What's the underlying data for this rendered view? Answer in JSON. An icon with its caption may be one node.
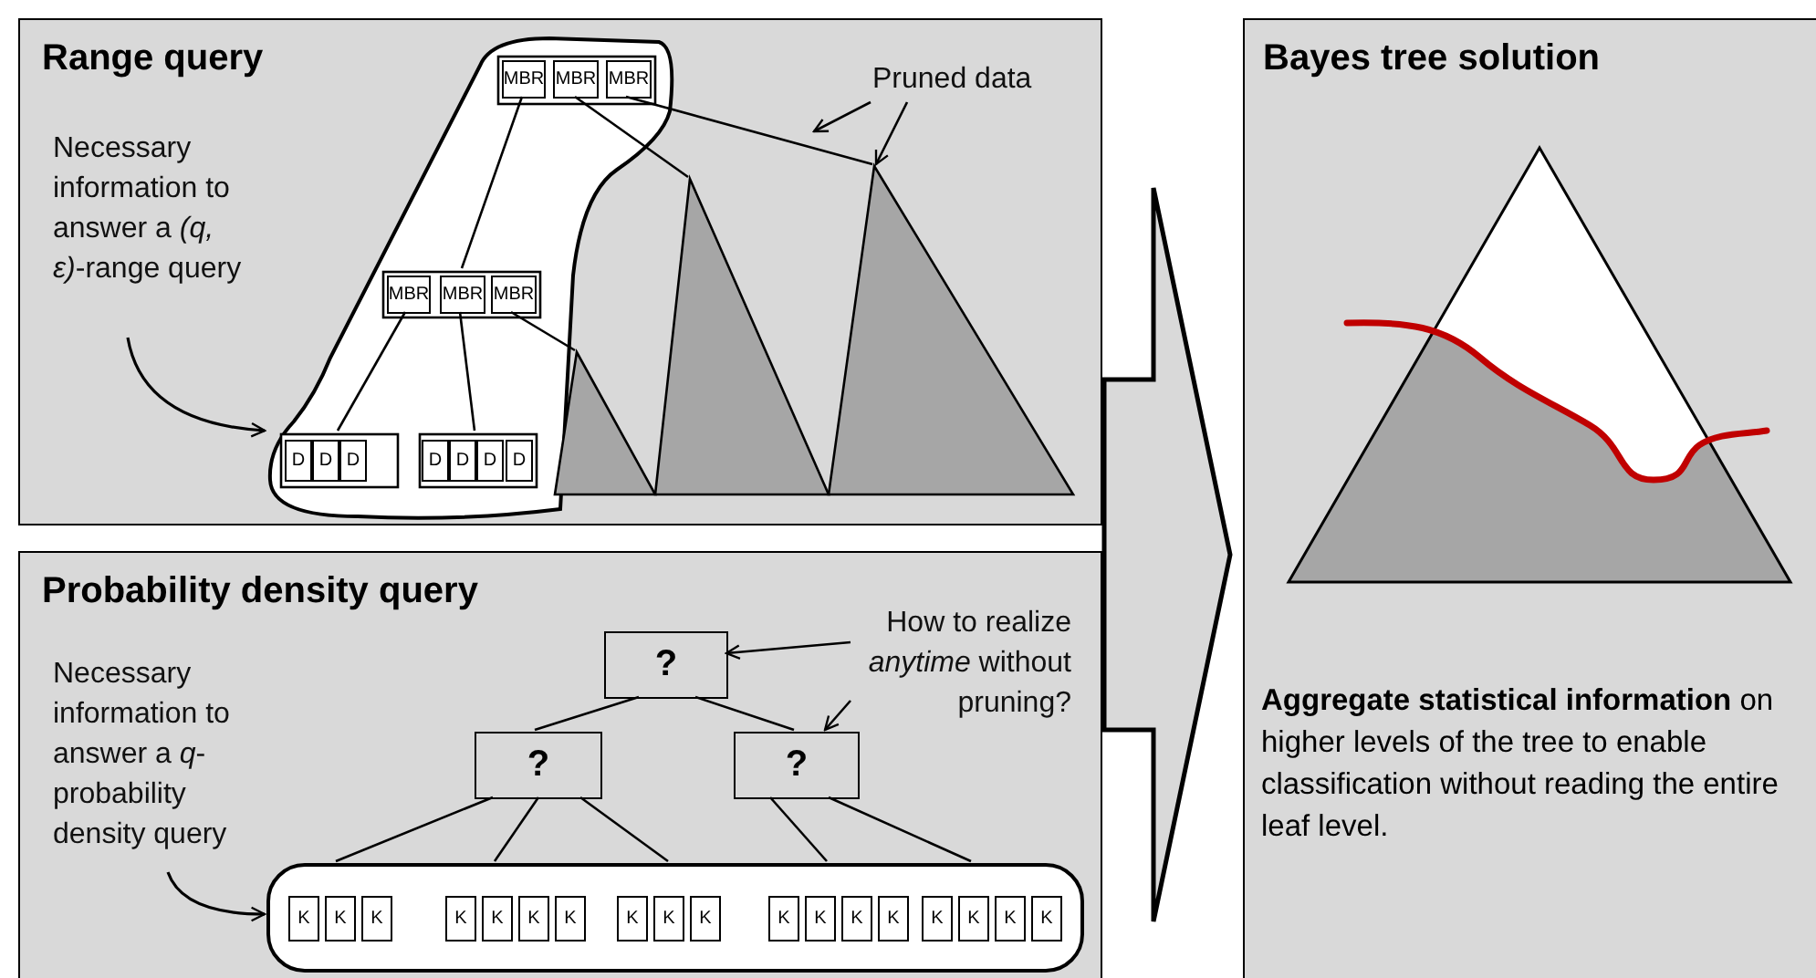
{
  "diagram": {
    "nodes": [
      {
        "text": [
          "Range query"
        ]
      },
      {
        "text": [
          "Necessary information to answer a *(q, ε)*-range query"
        ],
        "in": 0
      },
      {
        "text": [],
        "shape": "blob",
        "in": 0
      },
      {
        "text": [],
        "shape": "box",
        "in": 2
      },
      {
        "text": [
          "MBR"
        ],
        "in": 3
      },
      {
        "text": [
          "MBR"
        ],
        "in": 3
      },
      {
        "text": [
          "MBR"
        ],
        "in": 3
      },
      {
        "text": [],
        "shape": "box",
        "in": 2
      },
      {
        "text": [
          "MBR"
        ],
        "in": 7
      },
      {
        "text": [
          "MBR"
        ],
        "in": 7
      },
      {
        "text": [
          "MBR"
        ],
        "in": 7
      },
      {
        "text": [],
        "shape": "box",
        "in": 2
      },
      {
        "text": [
          "D"
        ],
        "in": 11
      },
      {
        "text": [
          "D"
        ],
        "in": 11
      },
      {
        "text": [
          "D"
        ],
        "in": 11
      },
      {
        "text": [],
        "shape": "box",
        "in": 2
      },
      {
        "text": [
          "D"
        ],
        "in": 15
      },
      {
        "text": [
          "D"
        ],
        "in": 15
      },
      {
        "text": [
          "D"
        ],
        "in": 15
      },
      {
        "text": [
          "D"
        ],
        "in": 15
      },
      {
        "text": [],
        "shape": "triangle",
        "in": 0
      },
      {
        "text": [],
        "shape": "triangle",
        "in": 0
      },
      {
        "text": [],
        "shape": "triangle",
        "in": 0
      },
      {
        "text": [
          "Pruned data"
        ],
        "in": 0
      },
      {
        "text": [
          "Probability density query"
        ]
      },
      {
        "text": [
          "Necessary information to answer a *q*-probability density query"
        ],
        "in": 24
      },
      {
        "text": [
          "?"
        ],
        "in": 24
      },
      {
        "text": [
          "How to realize *anytime* without pruning?"
        ],
        "in": 24
      },
      {
        "text": [
          "?"
        ],
        "in": 24
      },
      {
        "text": [
          "?"
        ],
        "in": 24
      },
      {
        "text": [],
        "shape": "box",
        "in": 24
      },
      {
        "text": [
          "K"
        ],
        "in": 30
      },
      {
        "text": [
          "K"
        ],
        "in": 30
      },
      {
        "text": [
          "K"
        ],
        "in": 30
      },
      {
        "text": [
          "K"
        ],
        "in": 30
      },
      {
        "text": [
          "K"
        ],
        "in": 30
      },
      {
        "text": [
          "K"
        ],
        "in": 30
      },
      {
        "text": [
          "K"
        ],
        "in": 30
      },
      {
        "text": [
          "K"
        ],
        "in": 30
      },
      {
        "text": [
          "K"
        ],
        "in": 30
      },
      {
        "text": [
          "K"
        ],
        "in": 30
      },
      {
        "text": [
          "K"
        ],
        "in": 30
      },
      {
        "text": [
          "K"
        ],
        "in": 30
      },
      {
        "text": [
          "K"
        ],
        "in": 30
      },
      {
        "text": [
          "K"
        ],
        "in": 30
      },
      {
        "text": [
          "K"
        ],
        "in": 30
      },
      {
        "text": [
          "K"
        ],
        "in": 30
      },
      {
        "text": [
          "K"
        ],
        "in": 30
      },
      {
        "text": [
          "K"
        ],
        "in": 30
      },
      {
        "text": [
          "Bayes tree solution",
          "**Aggregate statistical information** on higher levels of the tree to enable classification without reading the entire leaf level."
        ]
      },
      {
        "text": [],
        "shape": "triangle",
        "in": 49
      }
    ],
    "edges": [
      {
        "from": 4,
        "to": 7,
        "arrow": "none"
      },
      {
        "from": 5,
        "to": 21,
        "arrow": "none"
      },
      {
        "from": 6,
        "to": 22,
        "arrow": "none"
      },
      {
        "from": 8,
        "to": 11,
        "arrow": "none"
      },
      {
        "from": 9,
        "to": 15,
        "arrow": "none"
      },
      {
        "from": 10,
        "to": 20,
        "arrow": "none"
      },
      {
        "from": 1,
        "to": 2,
        "arrow": "to"
      },
      {
        "from": 23,
        "to": null,
        "arrow": "to"
      },
      {
        "from": 23,
        "to": 22,
        "arrow": "to"
      },
      {
        "from": 26,
        "to": 28,
        "arrow": "none"
      },
      {
        "from": 26,
        "to": 29,
        "arrow": "none"
      },
      {
        "from": 28,
        "to": 30,
        "arrow": "none"
      },
      {
        "from": 28,
        "to": 30,
        "arrow": "none"
      },
      {
        "from": 28,
        "to": 30,
        "arrow": "none"
      },
      {
        "from": 29,
        "to": 30,
        "arrow": "none"
      },
      {
        "from": 29,
        "to": 30,
        "arrow": "none"
      },
      {
        "from": 25,
        "to": 30,
        "arrow": "to"
      },
      {
        "from": 27,
        "to": 26,
        "arrow": "to"
      },
      {
        "from": 27,
        "to": 29,
        "arrow": "to"
      },
      {
        "from": 0,
        "to": 49,
        "arrow": "to",
        "style": "thick"
      },
      {
        "from": 24,
        "to": 49,
        "arrow": "to",
        "style": "thick"
      }
    ]
  }
}
